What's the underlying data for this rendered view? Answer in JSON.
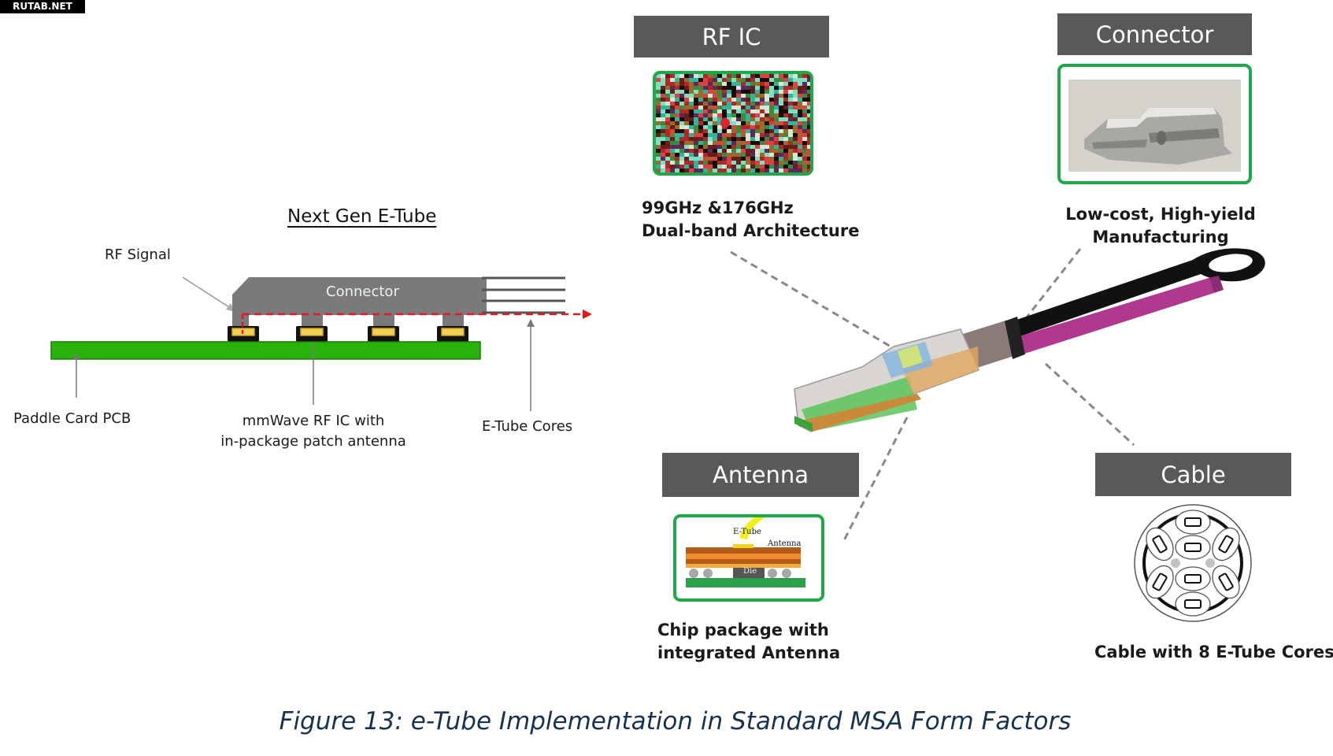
{
  "watermark": "RUTAB.NET",
  "left_diagram": {
    "title": "Next Gen E-Tube",
    "connector_label": "Connector",
    "labels": {
      "rf_signal": "RF Signal",
      "paddle_card": "Paddle Card PCB",
      "rf_ic_line1": "mmWave RF IC with",
      "rf_ic_line2": "in-package patch antenna",
      "etube_cores": "E-Tube Cores"
    },
    "chip_count": 4,
    "core_count": 4
  },
  "panels": {
    "rf_ic": {
      "header": "RF IC",
      "desc_line1": "99GHz &176GHz",
      "desc_line2": "Dual-band Architecture"
    },
    "connector": {
      "header": "Connector",
      "desc_line1": "Low-cost, High-yield",
      "desc_line2": "Manufacturing"
    },
    "antenna": {
      "header": "Antenna",
      "inner_labels": {
        "etube": "E-Tube",
        "antenna": "Antenna",
        "die": "Die"
      },
      "desc_line1": "Chip package with",
      "desc_line2": "integrated Antenna"
    },
    "cable": {
      "header": "Cable",
      "core_count": 8,
      "desc": "Cable with 8 E-Tube Cores"
    }
  },
  "colors": {
    "header_bg": "#595959",
    "box_border": "#1ea84a",
    "pcb_green": "#2ab20c",
    "connector_gray": "#7a7a7a",
    "rf_signal_red": "#e8161b",
    "cable_magenta": "#b0398f",
    "caption": "#16324f"
  },
  "caption": "Figure 13: e-Tube Implementation in Standard MSA Form Factors"
}
